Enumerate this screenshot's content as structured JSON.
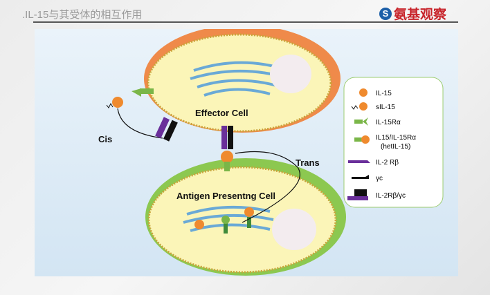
{
  "header": {
    "title": ".IL-15与其受体的相互作用",
    "logo": "氨基观察"
  },
  "diagram": {
    "effector_label": "Effector Cell",
    "apc_label": "Antigen Presentng Cell",
    "cis_label": "Cis",
    "trans_label": "Trans",
    "legend": [
      {
        "icon": "il15-icon",
        "label": "IL-15"
      },
      {
        "icon": "sil15-icon",
        "label": "sIL-15"
      },
      {
        "icon": "il15ra-icon",
        "label": "IL-15Rα"
      },
      {
        "icon": "hetil15-icon",
        "label": "IL15/IL-15Rα",
        "sub": "(hetIL-15)"
      },
      {
        "icon": "il2rb-icon",
        "label": "IL-2 Rβ"
      },
      {
        "icon": "gammac-icon",
        "label": "γc"
      },
      {
        "icon": "il2rb-gc-icon",
        "label": "IL-2Rβ/γc"
      }
    ],
    "colors": {
      "il15": "#ef8a2e",
      "receptor": "#7ab648",
      "il2rb": "#6a2f9a",
      "gammac": "#111111",
      "effector_membrane": "#ef8a4a",
      "apc_membrane": "#8cc850",
      "cytoplasm": "#fbf5b8"
    }
  }
}
